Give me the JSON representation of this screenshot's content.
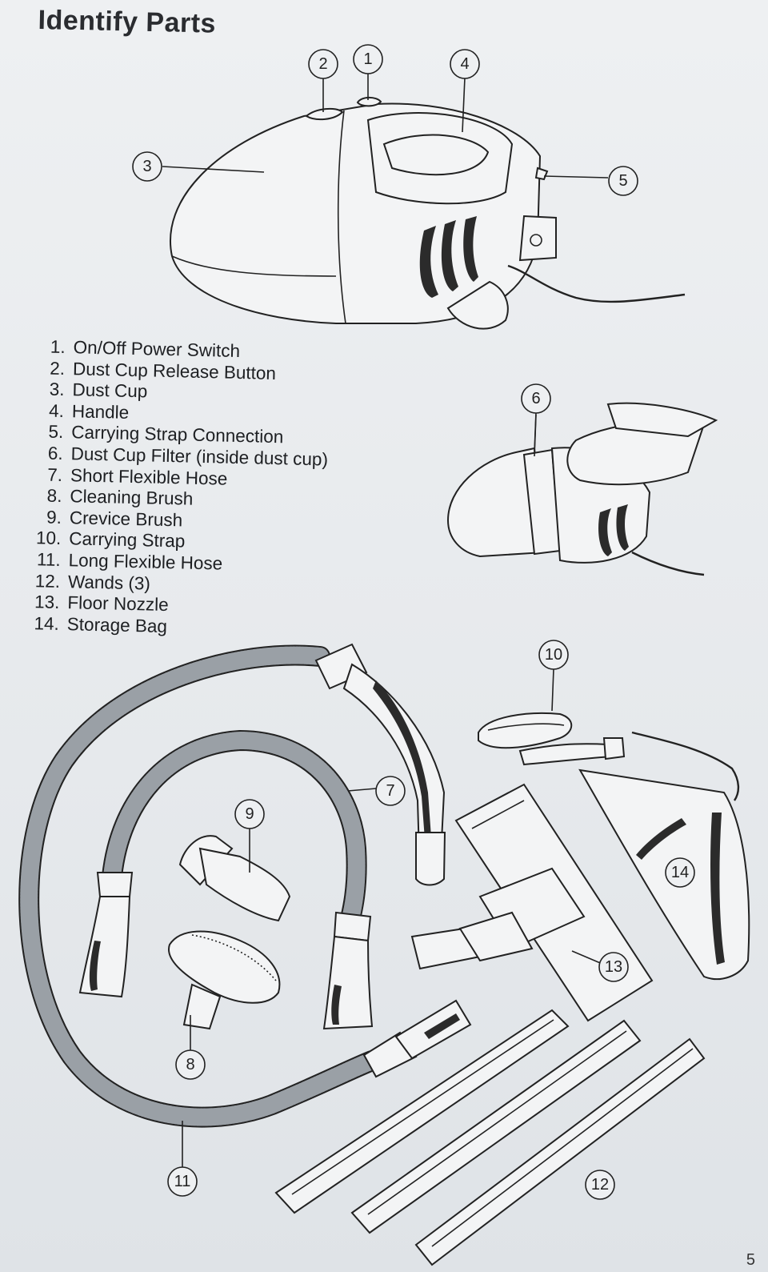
{
  "document": {
    "title": "Identify Parts",
    "page_number": "5"
  },
  "parts": [
    {
      "number": "1.",
      "label": "On/Off Power Switch"
    },
    {
      "number": "2.",
      "label": "Dust Cup Release Button"
    },
    {
      "number": "3.",
      "label": "Dust Cup"
    },
    {
      "number": "4.",
      "label": "Handle"
    },
    {
      "number": "5.",
      "label": "Carrying Strap Connection"
    },
    {
      "number": "6.",
      "label": "Dust Cup Filter (inside dust cup)"
    },
    {
      "number": "7.",
      "label": "Short Flexible Hose"
    },
    {
      "number": "8.",
      "label": "Cleaning Brush"
    },
    {
      "number": "9.",
      "label": "Crevice Brush"
    },
    {
      "number": "10.",
      "label": "Carrying Strap"
    },
    {
      "number": "11.",
      "label": "Long Flexible Hose"
    },
    {
      "number": "12.",
      "label": "Wands (3)"
    },
    {
      "number": "13.",
      "label": "Floor Nozzle"
    },
    {
      "number": "14.",
      "label": "Storage Bag"
    }
  ],
  "callouts": {
    "c1": "1",
    "c2": "2",
    "c3": "3",
    "c4": "4",
    "c5": "5",
    "c6": "6",
    "c7": "7",
    "c8": "8",
    "c9": "9",
    "c10": "10",
    "c11": "11",
    "c12": "12",
    "c13": "13",
    "c14": "14"
  }
}
